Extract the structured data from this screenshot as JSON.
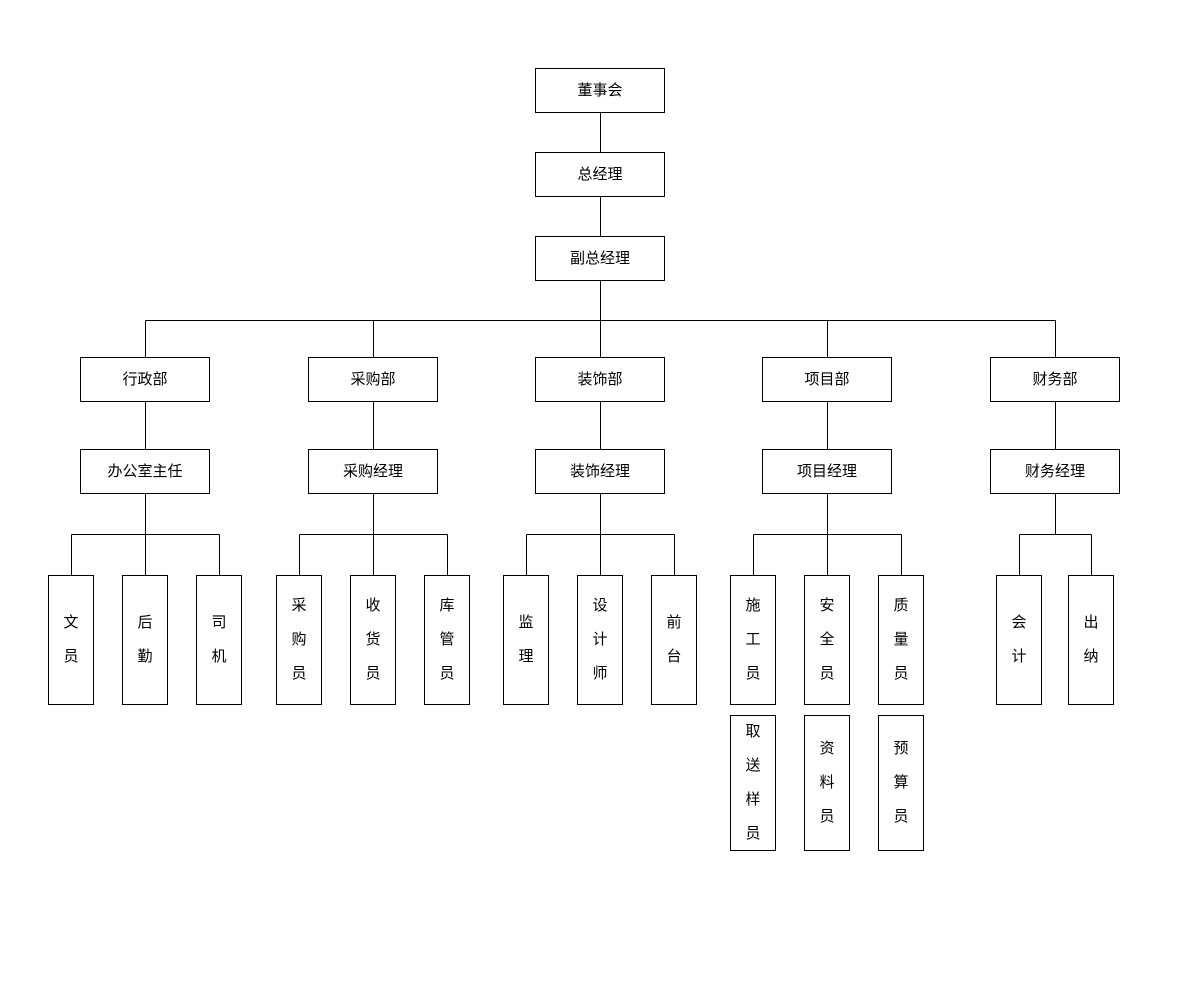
{
  "org": {
    "board": "董事会",
    "general_manager": "总经理",
    "deputy_general_manager": "副总经理",
    "departments": [
      {
        "name": "行政部",
        "manager": "办公室主任",
        "staff": [
          "文员",
          "后勤",
          "司机"
        ]
      },
      {
        "name": "采购部",
        "manager": "采购经理",
        "staff": [
          "采购员",
          "收货员",
          "库管员"
        ]
      },
      {
        "name": "装饰部",
        "manager": "装饰经理",
        "staff": [
          "监理",
          "设计师",
          "前台"
        ]
      },
      {
        "name": "项目部",
        "manager": "项目经理",
        "staff": [
          "施工员",
          "安全员",
          "质量员"
        ],
        "staff_row2": [
          "取送样员",
          "资料员",
          "预算员"
        ]
      },
      {
        "name": "财务部",
        "manager": "财务经理",
        "staff": [
          "会计",
          "出纳"
        ]
      }
    ],
    "colors": {
      "line": "#000000",
      "box_border": "#000000",
      "background": "#ffffff"
    }
  }
}
